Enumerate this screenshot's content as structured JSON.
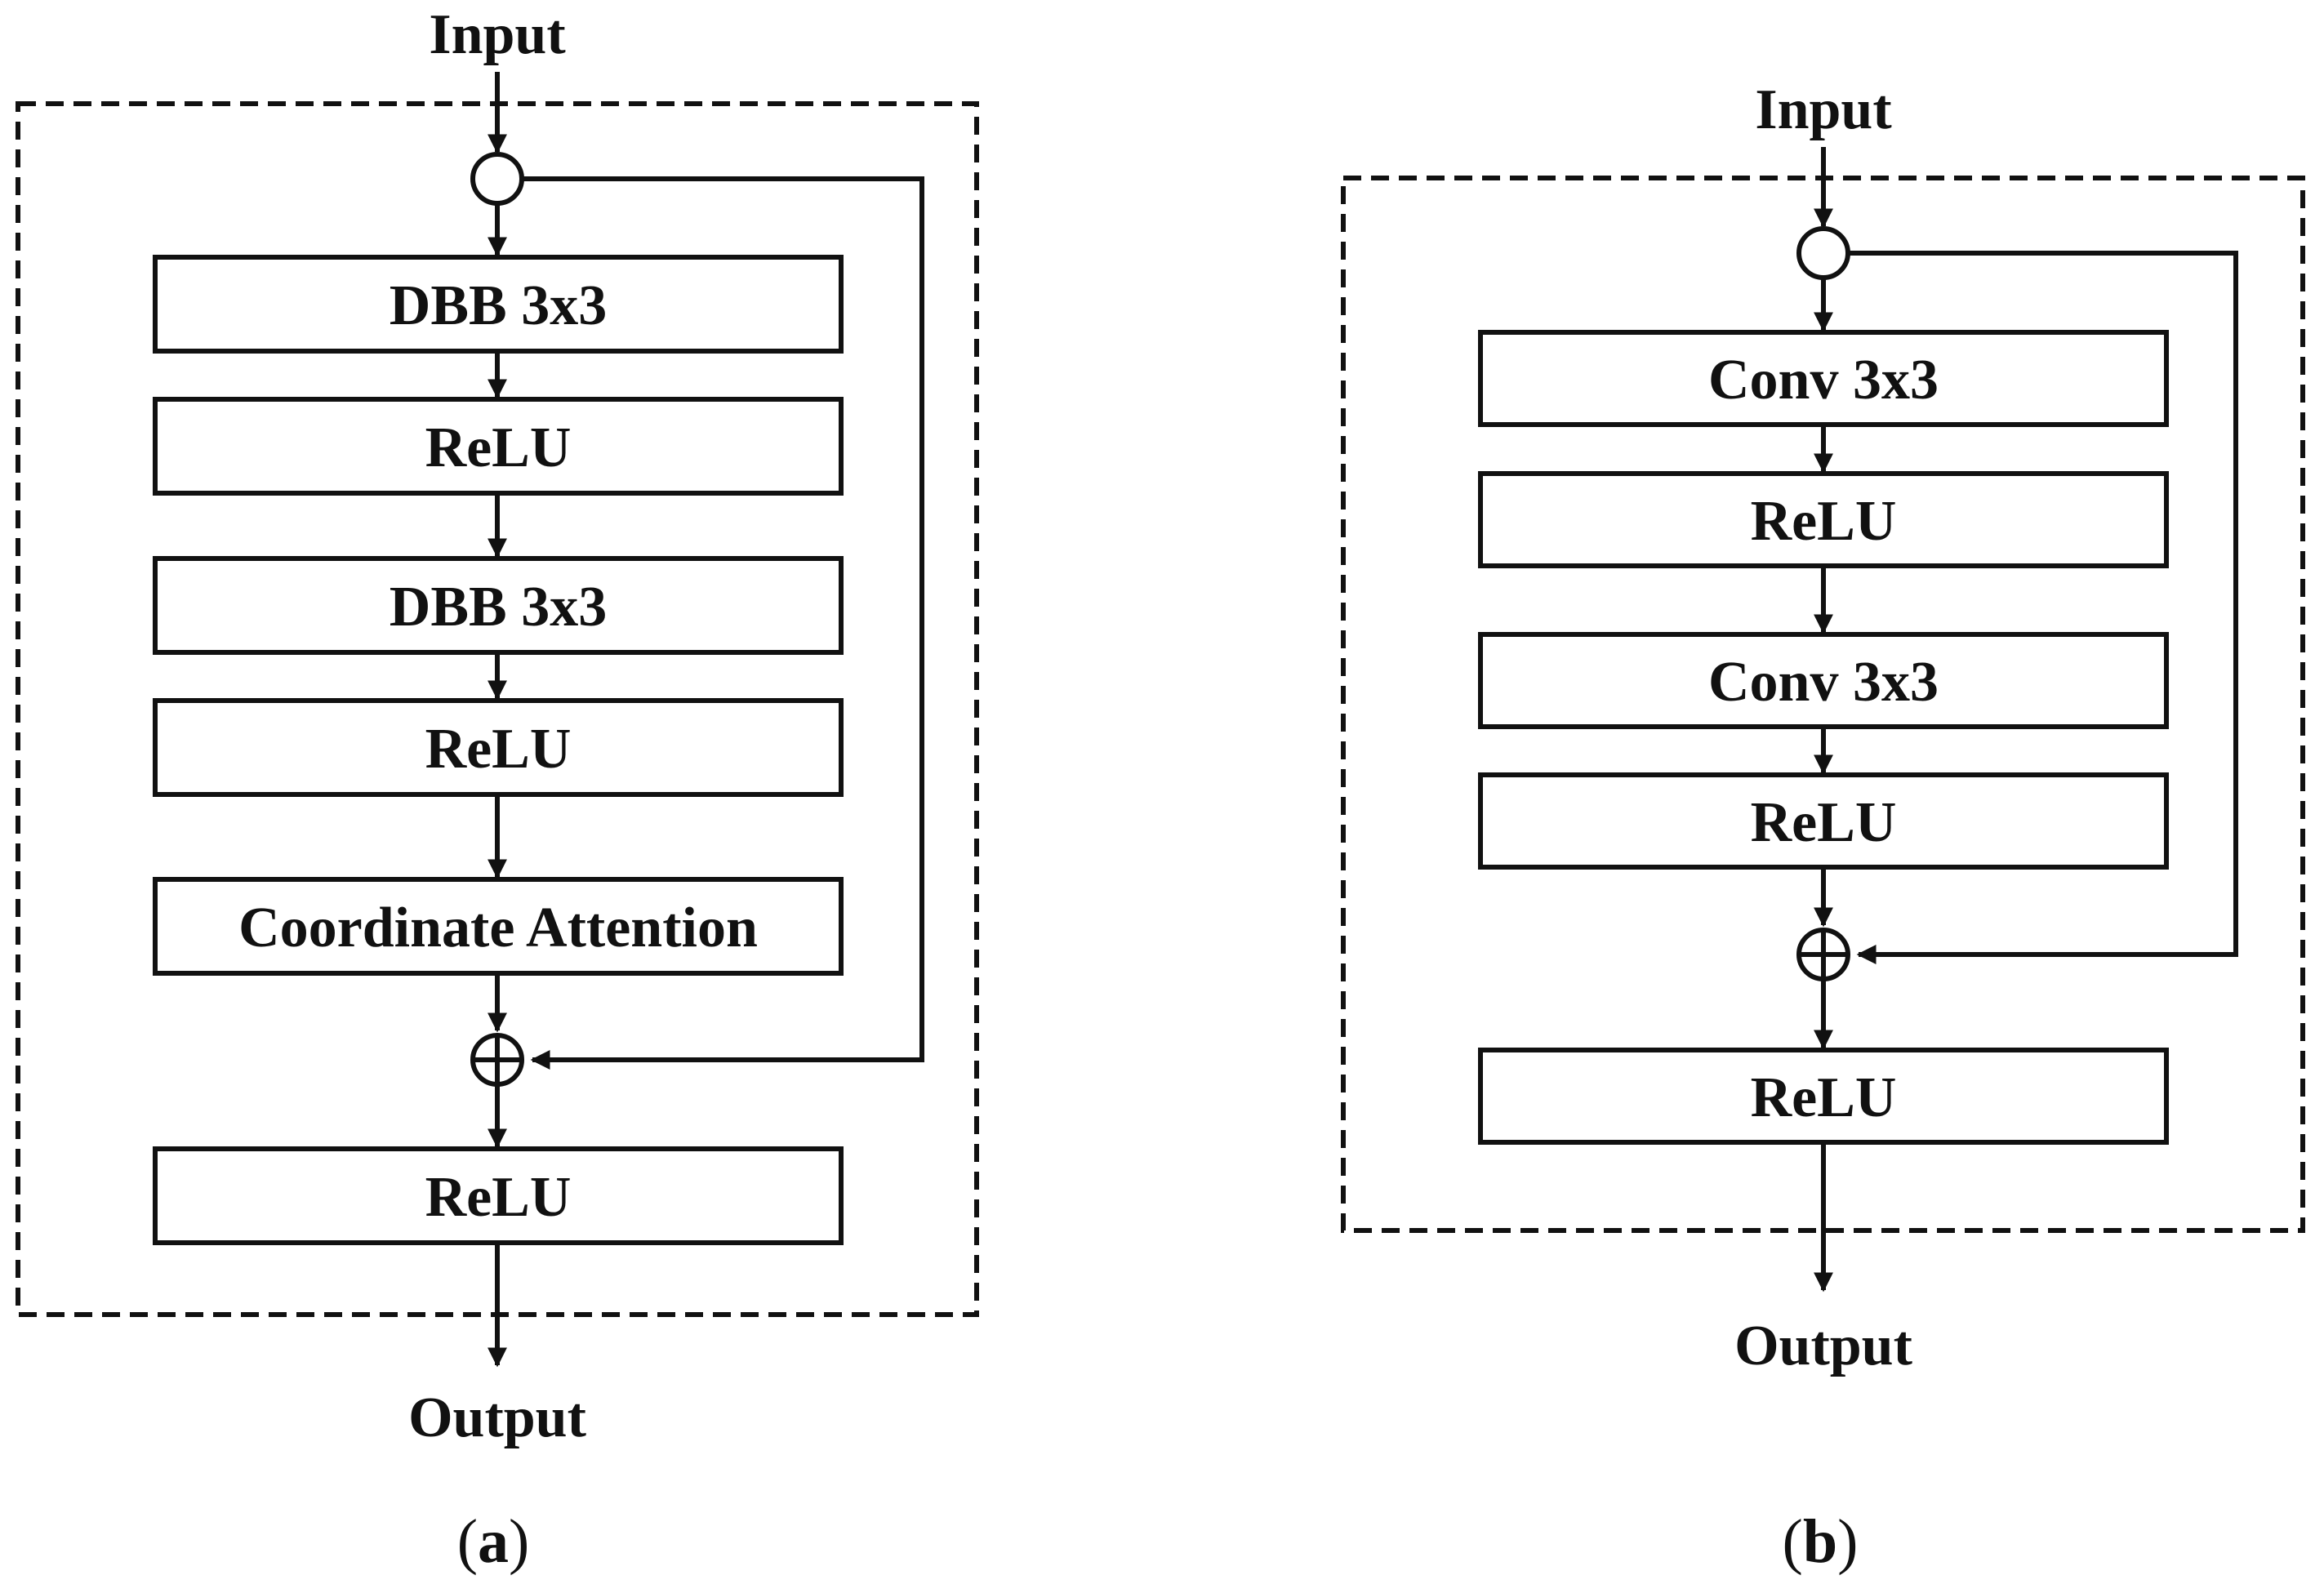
{
  "diagrams": [
    {
      "id": "a",
      "input_label": "Input",
      "output_label": "Output",
      "caption": "a",
      "blocks": [
        "DBB 3x3",
        "ReLU",
        "DBB 3x3",
        "ReLU",
        "Coordinate Attention",
        "ReLU"
      ]
    },
    {
      "id": "b",
      "input_label": "Input",
      "output_label": "Output",
      "caption": "b",
      "blocks": [
        "Conv 3x3",
        "ReLU",
        "Conv 3x3",
        "ReLU",
        "ReLU"
      ]
    }
  ],
  "colors": {
    "stroke": "#111111",
    "background": "#ffffff"
  }
}
